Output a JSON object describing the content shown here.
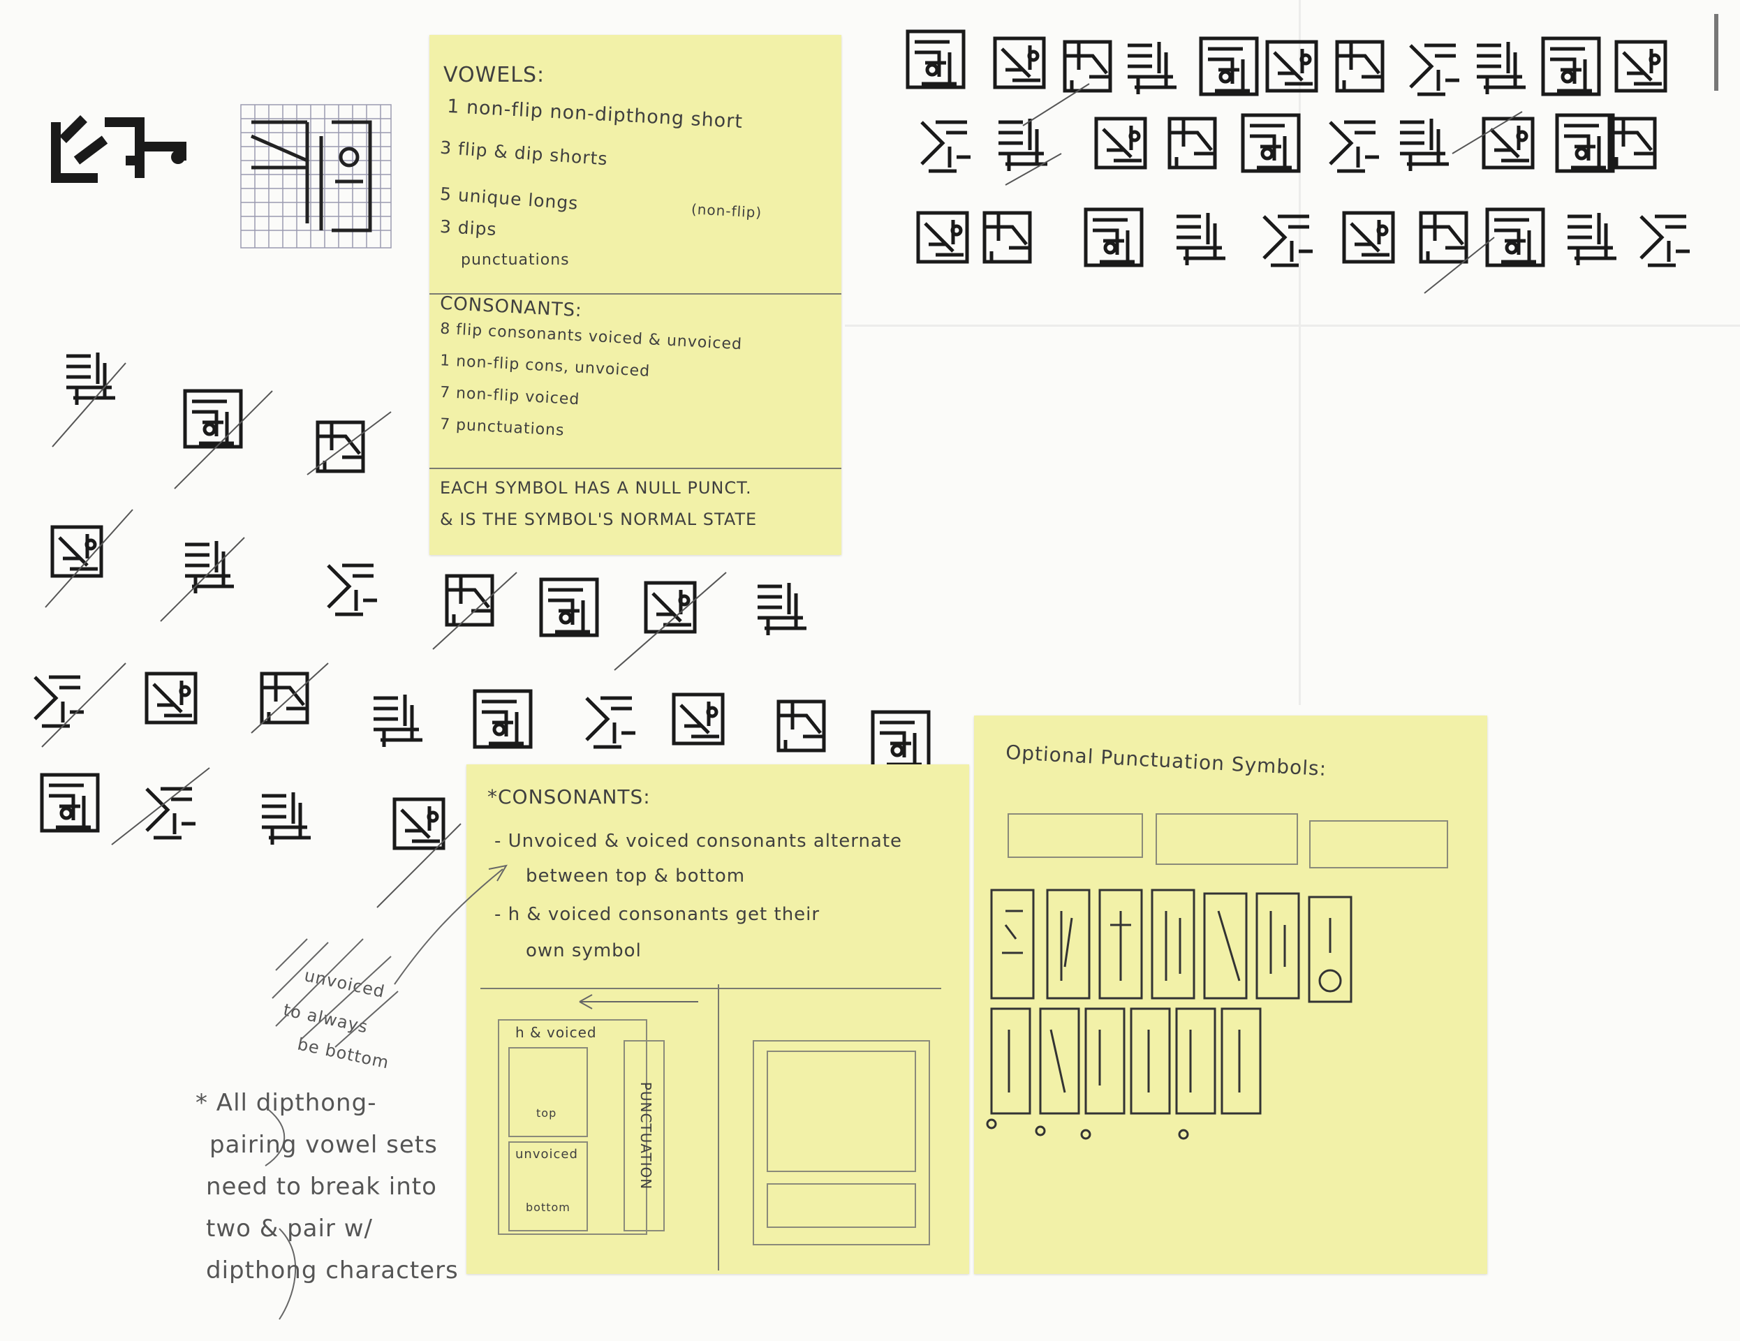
{
  "vowels_note": {
    "title": "VOWELS:",
    "items": [
      "1 non-flip non-dipthong short",
      "3 flip & dip shorts",
      "5 unique longs",
      "(non-flip)",
      "3 dips",
      "punctuations"
    ],
    "consonants_title": "CONSONANTS:",
    "consonant_items": [
      "8 flip consonants voiced & unvoiced",
      "1 non-flip cons, unvoiced",
      "7 non-flip voiced",
      "7 punctuations"
    ],
    "notes": [
      "EACH SYMBOL HAS A NULL PUNCT.",
      "& IS THE SYMBOL'S NORMAL STATE"
    ]
  },
  "consonants_note": {
    "title": "*CONSONANTS:",
    "items": [
      "- Unvoiced & voiced consonants alternate",
      "between top & bottom",
      "- h & voiced consonants get their",
      "own symbol"
    ],
    "box_labels": {
      "h_voiced": "h & voiced",
      "top": "top",
      "unvoiced": "unvoiced",
      "bottom": "bottom",
      "punctuation": "PUNCTUATION"
    }
  },
  "punctuation_note": {
    "title": "Optional Punctuation Symbols:"
  },
  "margin_notes": {
    "unvoiced": [
      "unvoiced",
      "to always",
      "be bottom"
    ],
    "dipthong": [
      "* All dipthong-",
      "pairing vowel sets",
      "need to break into",
      "two & pair w/",
      "dipthong characters"
    ]
  },
  "colors": {
    "paper": "#fbfbf9",
    "sticky_note": "#f2f1a8",
    "pencil": "#3f3f3f",
    "ink": "#1a1a1a"
  }
}
